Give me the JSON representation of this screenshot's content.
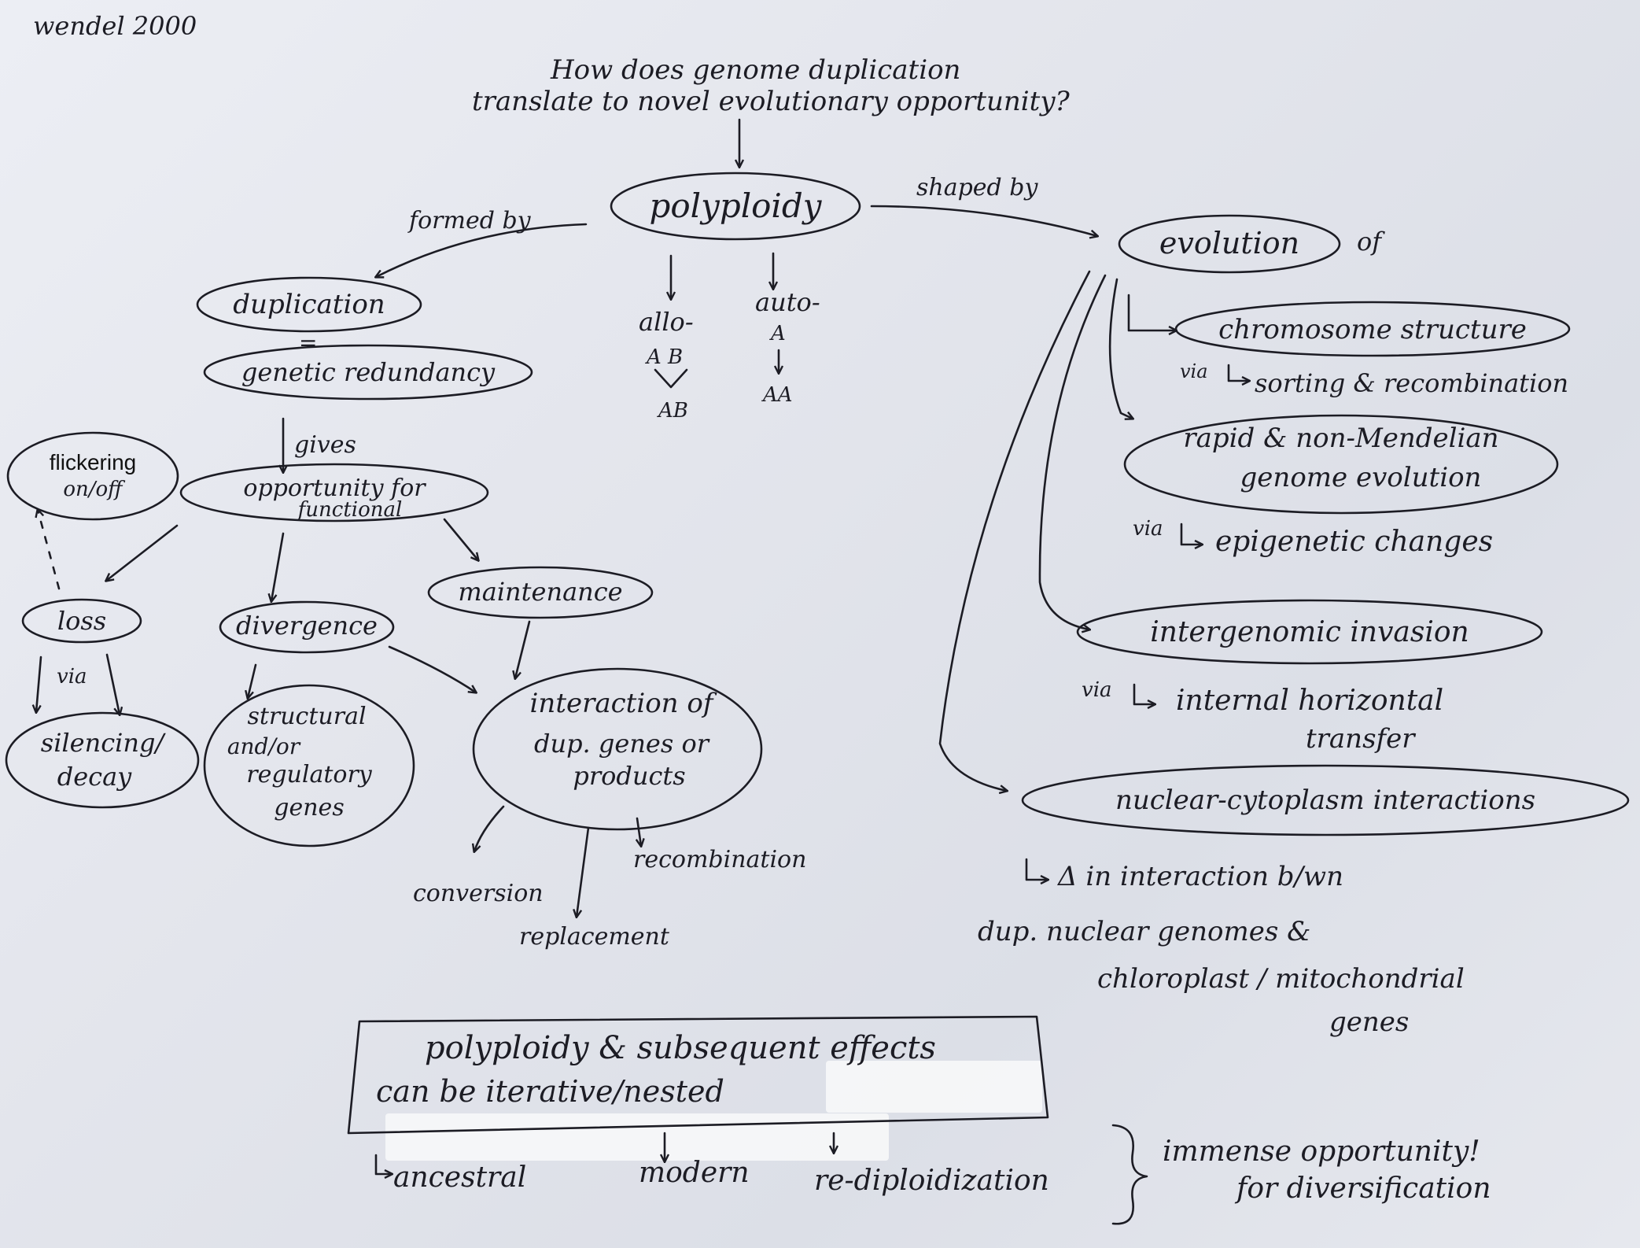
{
  "citation": "wendel 2000",
  "question": {
    "line1": "How does genome duplication",
    "line2": "translate to novel evolutionary opportunity?"
  },
  "center": {
    "polyploidy": "polyploidy",
    "formed_by": "formed by",
    "shaped_by": "shaped by",
    "allo": {
      "label": "allo-",
      "parents": "A B",
      "result": "AB"
    },
    "auto": {
      "label": "auto-",
      "parent": "A",
      "result": "AA"
    }
  },
  "left": {
    "duplication": "duplication",
    "equals": "=",
    "redundancy": "genetic redundancy",
    "gives": "gives",
    "opportunity": {
      "line1": "opportunity for",
      "line2": "functional"
    },
    "flickering": {
      "line1": "flickering",
      "line2": "on/off"
    },
    "loss": "loss",
    "via": "via",
    "silencing": {
      "line1": "silencing/",
      "line2": "decay"
    },
    "divergence": "divergence",
    "structural": {
      "line1": "structural",
      "line2": "and/or",
      "line3": "regulatory",
      "line4": "genes"
    },
    "maintenance": "maintenance",
    "interaction": {
      "line1": "interaction of",
      "line2": "dup. genes or",
      "line3": "products"
    },
    "conversion": "conversion",
    "recombination": "recombination",
    "replacement": "replacement"
  },
  "right": {
    "evolution": "evolution",
    "of": "of",
    "chromosome": "chromosome structure",
    "via1": "via",
    "sorting": "sorting & recombination",
    "rapid": {
      "line1": "rapid & non-Mendelian",
      "line2": "genome evolution"
    },
    "via2": "via",
    "epigenetic": "epigenetic changes",
    "intergenomic": "intergenomic invasion",
    "via3": "via",
    "internal": {
      "line1": "internal horizontal",
      "line2": "transfer"
    },
    "nuclear": "nuclear-cytoplasm interactions",
    "delta": {
      "line1": "Δ in interaction b/wn",
      "line2": "dup. nuclear genomes &",
      "line3": "chloroplast / mitochondrial",
      "line4": "genes"
    }
  },
  "bottom": {
    "box": {
      "line1": "polyploidy & subsequent effects",
      "line2": "can be iterative/nested"
    },
    "ancestral": "ancestral",
    "modern": "modern",
    "rediploid": "re-diploidization",
    "immense": {
      "line1": "immense opportunity!",
      "line2": "for diversification"
    }
  }
}
